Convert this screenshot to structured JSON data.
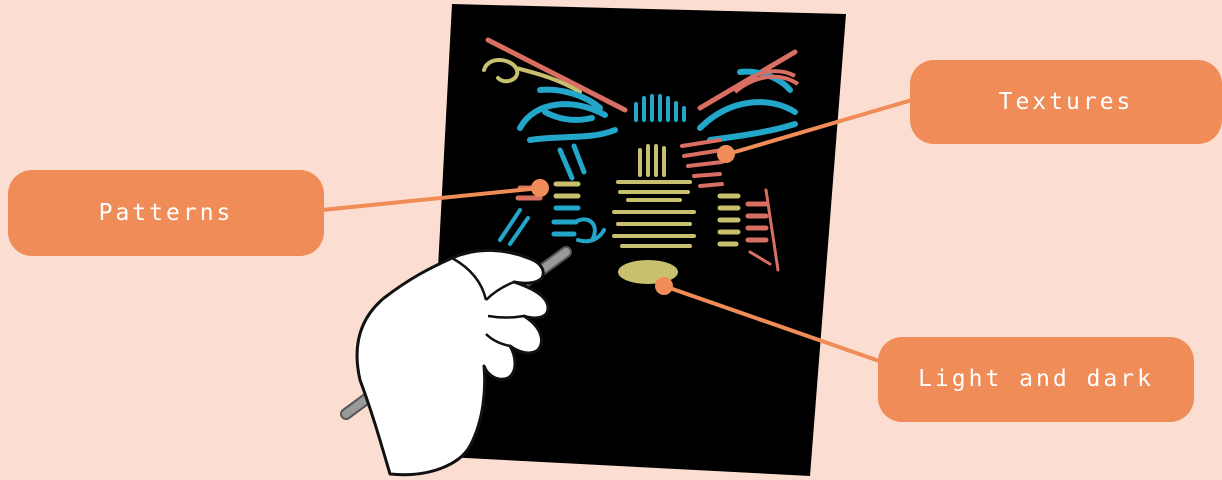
{
  "labels": {
    "textures": "Textures",
    "patterns": "Patterns",
    "light_and_dark": "Light and dark"
  },
  "colors": {
    "background": "#fbded1",
    "label_fill": "#ef8c57",
    "label_text": "#ffffff",
    "board": "#000000",
    "chalk_blue": "#22a6c9",
    "chalk_yellow": "#c8c06e",
    "chalk_red": "#d96e63"
  }
}
